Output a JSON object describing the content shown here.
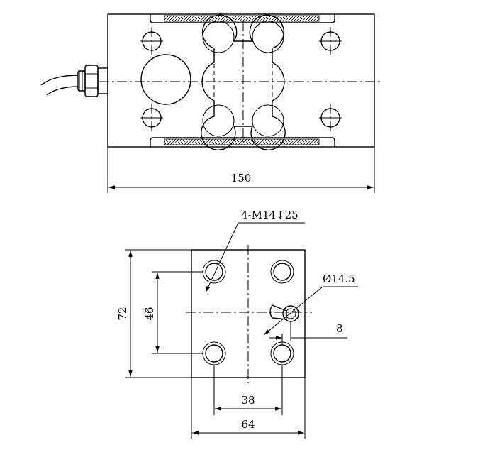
{
  "top_view": {
    "length_dimension": "150"
  },
  "bottom_view": {
    "thread_callout": "4-M14↧25",
    "hole_diameter": "Ø14.5",
    "offset_dimension": "8",
    "height_outer_dimension": "72",
    "height_inner_dimension": "46",
    "width_inner_dimension": "38",
    "width_outer_dimension": "64"
  }
}
